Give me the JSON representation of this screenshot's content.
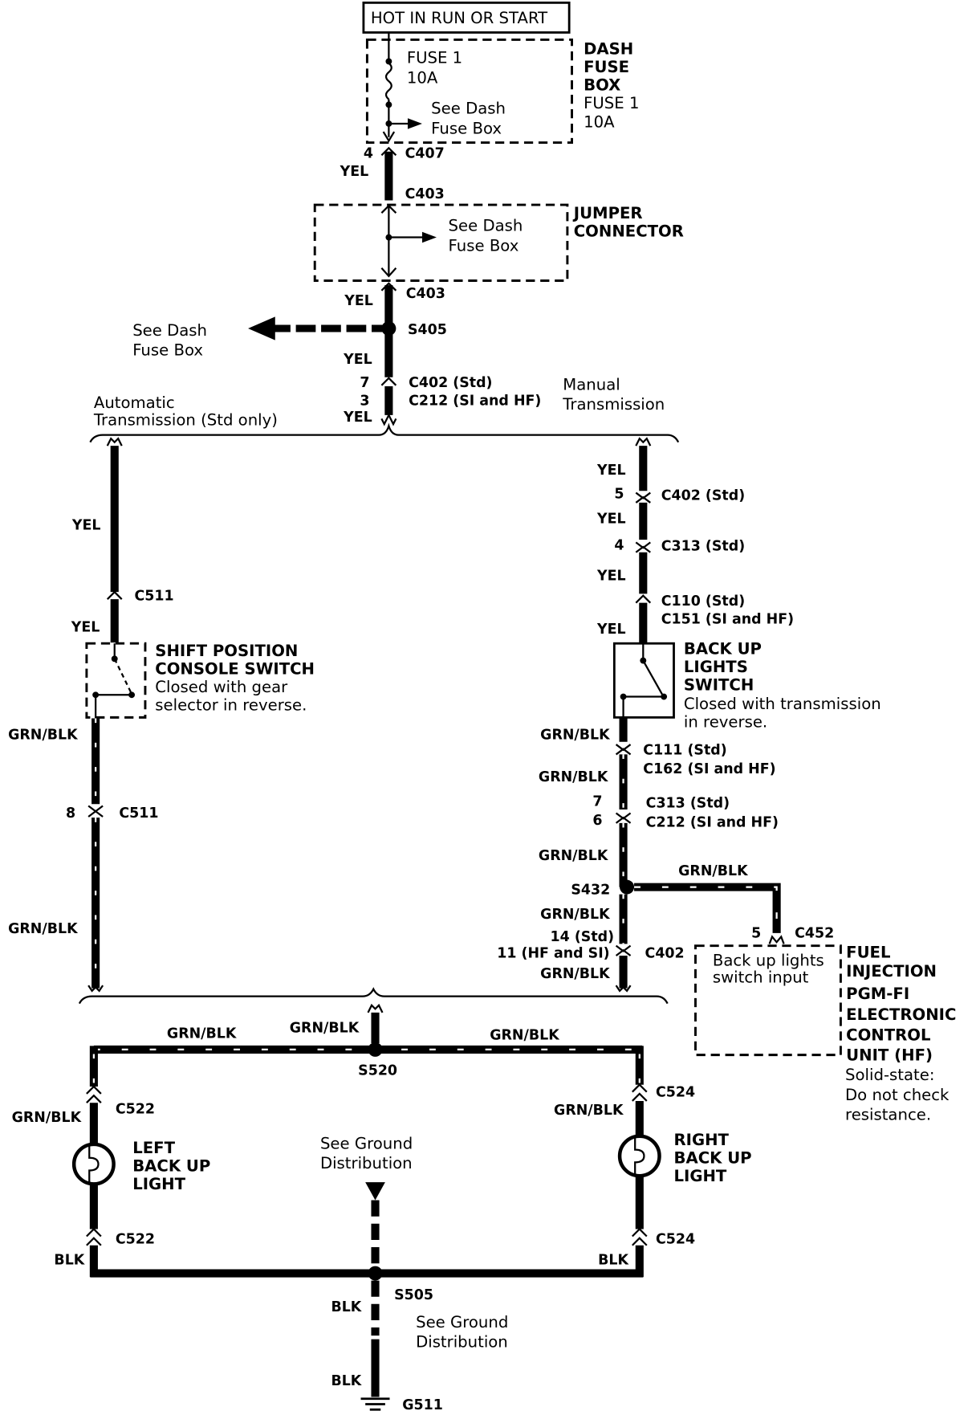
{
  "header": {
    "power_label": "HOT IN RUN OR START"
  },
  "dash_fuse_box": {
    "fuse_name": "FUSE 1",
    "fuse_rating": "10A",
    "see_line1": "See Dash",
    "see_line2": "Fuse Box",
    "title_line1": "DASH",
    "title_line2": "FUSE",
    "title_line3": "BOX",
    "title_line4": "FUSE 1",
    "title_line5": "10A"
  },
  "jumper_connector": {
    "see_line1": "See Dash",
    "see_line2": "Fuse Box",
    "title_line1": "JUMPER",
    "title_line2": "CONNECTOR"
  },
  "feed": {
    "pin_c407": "4",
    "c407": "C407",
    "wire1": "YEL",
    "c403_top": "C403",
    "wire2": "YEL",
    "c403_bottom": "C403",
    "see_left_line1": "See Dash",
    "see_left_line2": "Fuse Box",
    "s405": "S405",
    "wire3": "YEL",
    "pin_c402": "7",
    "c402_std": "C402  (Std)",
    "pin_c212": "3",
    "c212_si_hf": "C212  (SI and HF)",
    "wire4": "YEL"
  },
  "branches": {
    "automatic_line1": "Automatic",
    "automatic_line2": "Transmission  (Std only)",
    "manual_line1": "Manual",
    "manual_line2": "Transmission"
  },
  "automatic_branch": {
    "wire_top": "YEL",
    "c511_top": "C511",
    "wire_above_switch": "YEL",
    "switch_title1": "SHIFT POSITION",
    "switch_title2": "CONSOLE SWITCH",
    "switch_desc1": "Closed with gear",
    "switch_desc2": "selector in reverse.",
    "wire_below_switch": "GRN/BLK",
    "pin_c511": "8",
    "c511_bottom": "C511",
    "wire_bottom": "GRN/BLK"
  },
  "manual_branch": {
    "wire_top": "YEL",
    "pin_c402": "5",
    "c402": "C402  (Std)",
    "wire_2": "YEL",
    "pin_c313": "4",
    "c313": "C313  (Std)",
    "wire_3": "YEL",
    "c110": "C110  (Std)",
    "c151": "C151  (SI and HF)",
    "wire_4": "YEL",
    "switch_title1": "BACK UP",
    "switch_title2": "LIGHTS",
    "switch_title3": "SWITCH",
    "switch_desc1": "Closed with transmission",
    "switch_desc2": "in reverse.",
    "wire_5": "GRN/BLK",
    "c111": "C111  (Std)",
    "c162": "C162  (SI and HF)",
    "wire_6": "GRN/BLK",
    "pin_c313_b": "7",
    "c313_b": "C313  (Std)",
    "pin_c212": "6",
    "c212": "C212  (SI and HF)",
    "wire_7": "GRN/BLK",
    "s432": "S432",
    "wire_8": "GRN/BLK",
    "pin_c402_std": "14  (Std)",
    "pin_c402_hf": "11  (HF and SI)",
    "c402_b": "C402",
    "wire_9": "GRN/BLK"
  },
  "ecu": {
    "wire_to_ecu": "GRN/BLK",
    "pin": "5",
    "connector": "C452",
    "input_line1": "Back up lights",
    "input_line2": "switch input",
    "title_line1": "FUEL",
    "title_line2": "INJECTION",
    "title_line3": "PGM-FI",
    "title_line4": "ELECTRONIC",
    "title_line5": "CONTROL",
    "title_line6": "UNIT  (HF)",
    "note_line1": "Solid-state:",
    "note_line2": "Do not check",
    "note_line3": "resistance."
  },
  "lights": {
    "wire_center": "GRN/BLK",
    "wire_left_bus": "GRN/BLK",
    "wire_right_bus": "GRN/BLK",
    "s520": "S520",
    "left_c522_top": "C522",
    "left_wire": "GRN/BLK",
    "left_title1": "LEFT",
    "left_title2": "BACK UP",
    "left_title3": "LIGHT",
    "left_c522_bottom": "C522",
    "left_blk": "BLK",
    "right_c524_top": "C524",
    "right_wire": "GRN/BLK",
    "right_title1": "RIGHT",
    "right_title2": "BACK UP",
    "right_title3": "LIGHT",
    "right_c524_bottom": "C524",
    "right_blk": "BLK"
  },
  "ground": {
    "see1_line1": "See Ground",
    "see1_line2": "Distribution",
    "s505": "S505",
    "blk1": "BLK",
    "see2_line1": "See Ground",
    "see2_line2": "Distribution",
    "blk2": "BLK",
    "g511": "G511"
  }
}
